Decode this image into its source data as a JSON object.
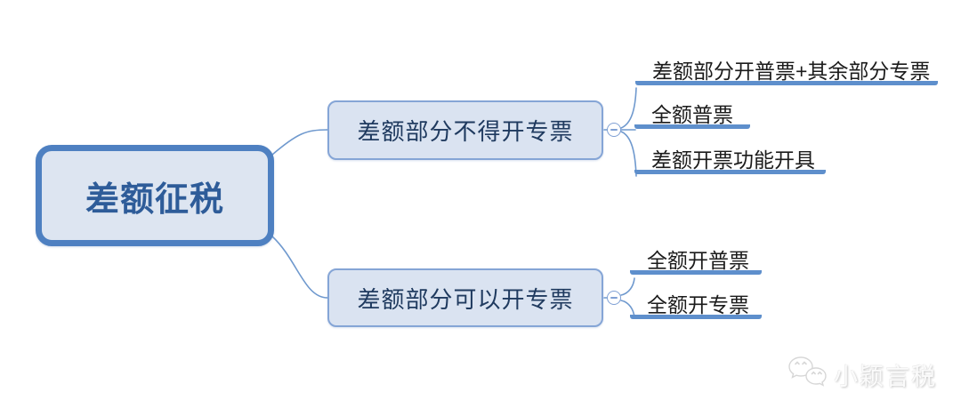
{
  "root": {
    "label": "差额征税"
  },
  "branches": [
    {
      "label": "差额部分不得开专票",
      "collapse_state": "expanded",
      "children": [
        {
          "label": "差额部分开普票+其余部分专票"
        },
        {
          "label": "全额普票"
        },
        {
          "label": "差额开票功能开具"
        }
      ]
    },
    {
      "label": "差额部分可以开专票",
      "collapse_state": "expanded",
      "children": [
        {
          "label": "全额开普票"
        },
        {
          "label": "全额开专票"
        }
      ]
    }
  ],
  "watermark": {
    "text": "小颖言税",
    "icon": "wechat-chat-bubbles"
  },
  "colors": {
    "root_border": "#4e80c1",
    "root_fill": "#dde5f1",
    "root_text": "#2e5c99",
    "branch_border": "#85a5d6",
    "branch_fill": "#dae3f1",
    "branch_text": "#1f3a5f",
    "connector": "#6f99ce",
    "leaf_underline": "#5e8fcc",
    "leaf_text": "#1b1b1b",
    "background": "#ffffff"
  }
}
